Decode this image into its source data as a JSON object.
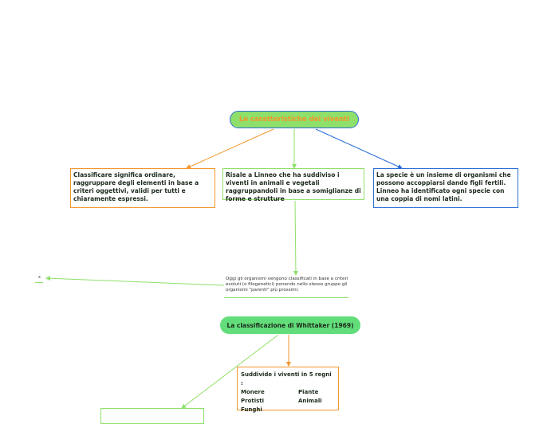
{
  "root": {
    "label": "Le caratteristiche dei viventi"
  },
  "boxes": {
    "left": "Classificare significa ordinare, raggruppare degli elementi in base a criteri oggettivi, validi per tutti e chiaramente espressi.",
    "middle": "Risale a Linneo che ha suddiviso i viventi in animali e vegetali raggruppandoli in base a somiglianze di forme e strutture",
    "right": "La specie è un insieme di organismi che possono accoppiarsi dando figli fertili. Linneo ha identificato ogni specie con una coppia di nomi latini."
  },
  "note": "Oggi gli organismi vengono classificati in base a criteri evoluti (o filogenetici) ponendo nello stesso gruppo gli organismi \"parenti\" più prossimi.",
  "x_mark": "x",
  "whittaker": {
    "label": "La classificazione di Whittaker (1969)"
  },
  "regni": {
    "title": "Suddivide i viventi in 5 regni :",
    "items": [
      "Monere",
      "Piante",
      "Protisti",
      "Animali",
      "Funghi"
    ]
  },
  "colors": {
    "orange": "#f2962b",
    "green": "#8ee06a",
    "blue": "#2d6fd6",
    "whittaker_fill": "#62dd7a"
  }
}
